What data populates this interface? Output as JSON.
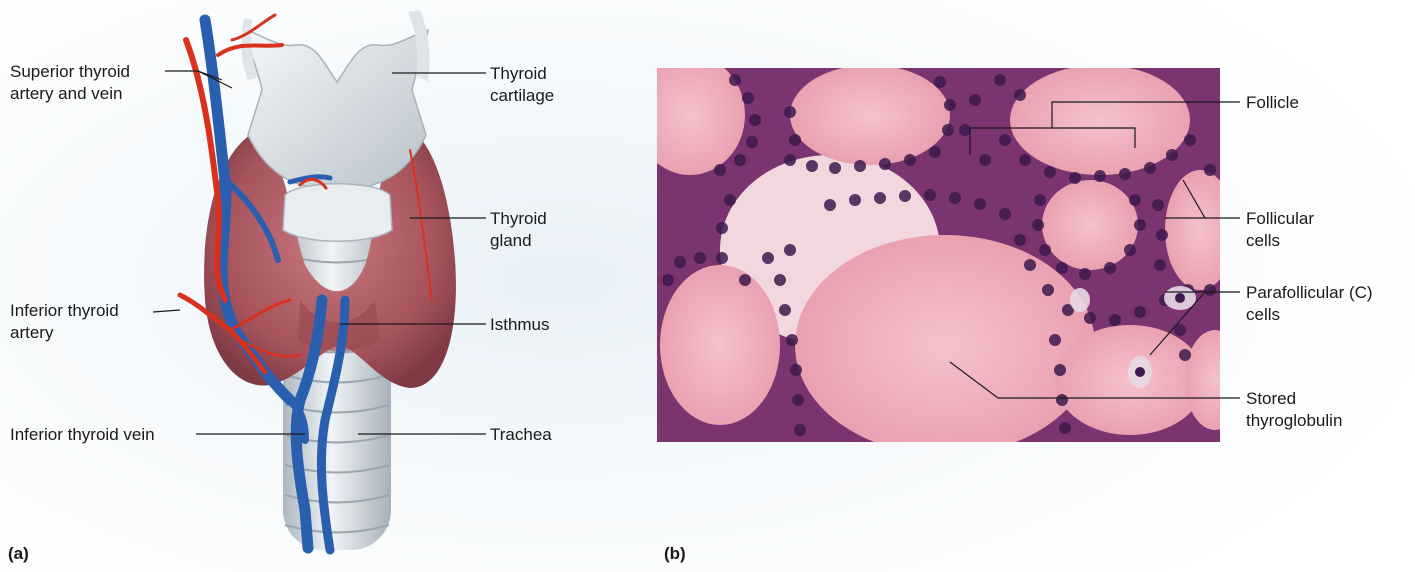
{
  "panel_a": {
    "tag": "(a)",
    "labels": {
      "superior": "Superior thyroid\nartery and vein",
      "inferior_artery": "Inferior thyroid\nartery",
      "inferior_vein": "Inferior thyroid vein",
      "cartilage": "Thyroid\ncartilage",
      "gland": "Thyroid\ngland",
      "isthmus": "Isthmus",
      "trachea": "Trachea"
    }
  },
  "panel_b": {
    "tag": "(b)",
    "labels": {
      "follicle": "Follicle",
      "follicular_cells": "Follicular\ncells",
      "parafollicular": "Parafollicular (C)\ncells",
      "thyroglobulin": "Stored\nthyroglobulin"
    }
  },
  "colors": {
    "artery": "#d8321f",
    "vein": "#2a5fb0",
    "gland": "#b25a63",
    "cartilage": "#e4e8ec",
    "tissue_bg": "#6c2a63",
    "colloid": "#eea9b8",
    "nucleus": "#3d1a4d"
  }
}
